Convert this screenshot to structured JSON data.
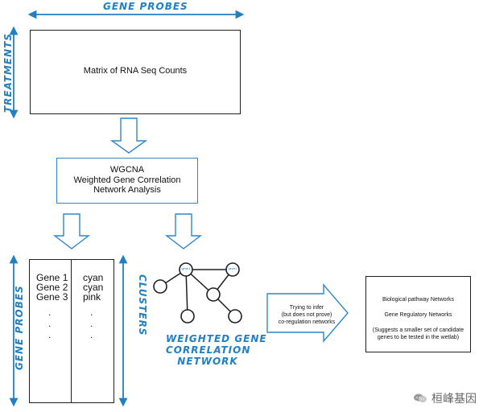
{
  "labels": {
    "gene_probes_top": "GENE PROBES",
    "treatments": "TREATMENTS",
    "gene_probes_left": "GENE PROBES",
    "clusters": "CLUSTERS"
  },
  "matrix": {
    "text": "Matrix of RNA Seq Counts"
  },
  "wgcna": {
    "line1": "WGCNA",
    "line2": "Weighted Gene Correlation",
    "line3": "Network Analysis"
  },
  "genes": {
    "items": [
      "Gene 1",
      "Gene 2",
      "Gene 3"
    ],
    "dots": [
      ".",
      ".",
      "."
    ]
  },
  "clusters": {
    "items": [
      "cyan",
      "cyan",
      "pink"
    ],
    "dots": [
      ".",
      ".",
      "."
    ]
  },
  "network": {
    "caption_line1": "WEIGHTED GENE",
    "caption_line2": "CORRELATION",
    "caption_line3": "NETWORK",
    "node_labels": [
      "gene1",
      "gene2"
    ]
  },
  "inference": {
    "line1": "Trying to infer",
    "line2": "(but does not prove)",
    "line3": "co-regulation networks"
  },
  "results": {
    "line1": "Biological pathway Networks",
    "line2": "Gene Regulatory Networks",
    "line3": "(Suggests a smaller set of candidate",
    "line4": "genes to be tested in the wetlab)"
  },
  "watermark": {
    "text": "桓峰基因"
  },
  "colors": {
    "accent": "#1f80c4",
    "line": "#1f1f1f",
    "box_blue": "#2f86c8",
    "watermark": "#666666"
  },
  "icons": {
    "arrow": "double-headed-arrow",
    "down_arrow": "down-arrow",
    "right_arrow": "right-arrow",
    "watermark": "wechat-bubble-icon"
  }
}
